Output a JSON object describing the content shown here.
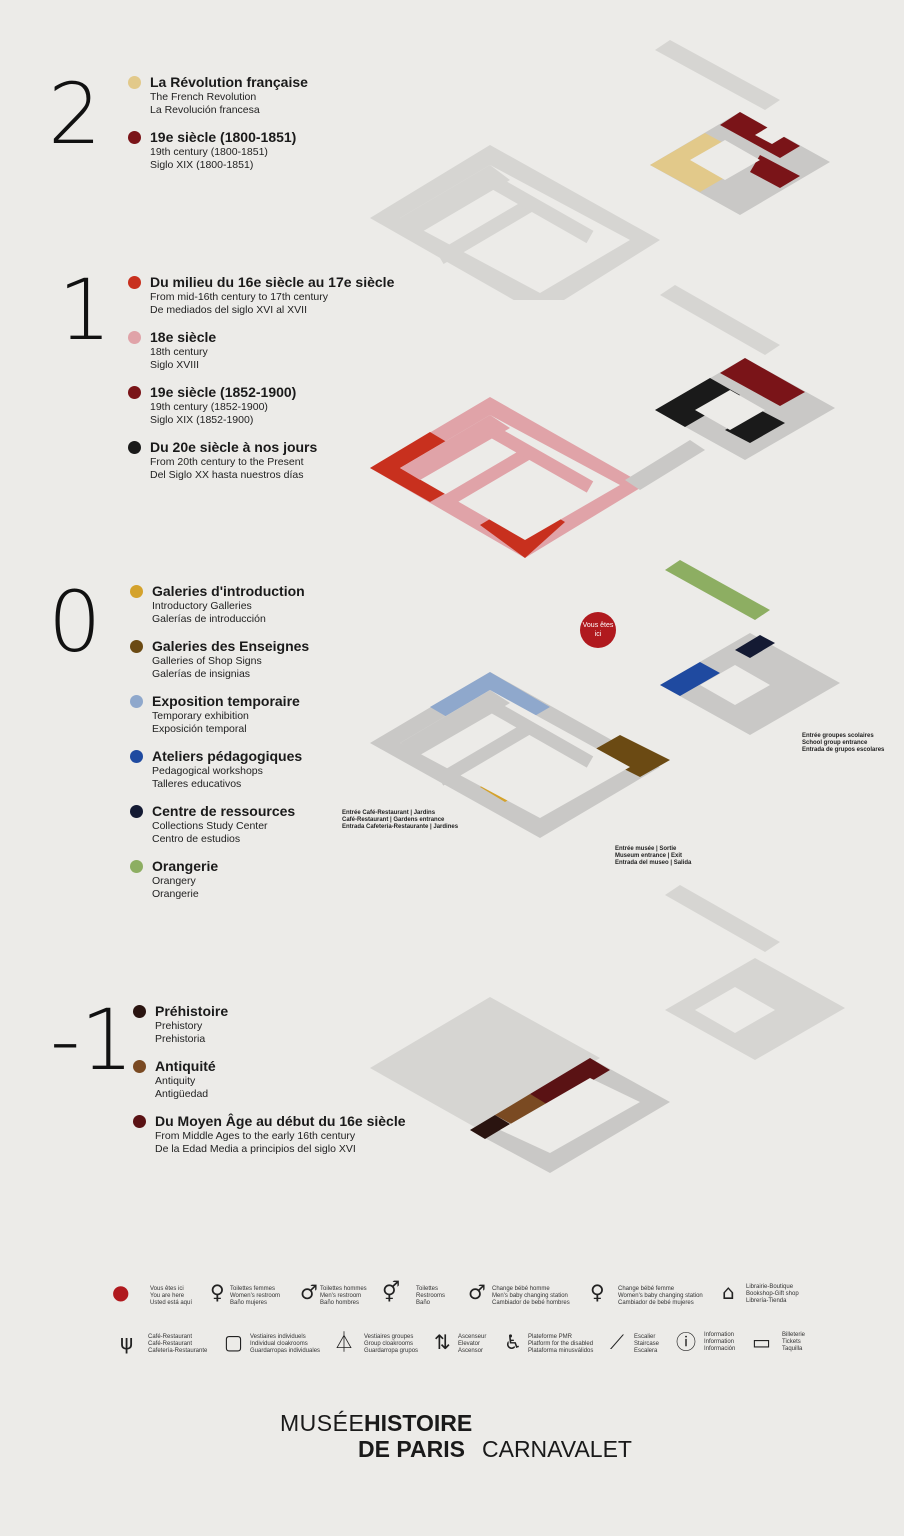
{
  "floors": [
    {
      "number": "2",
      "items": [
        {
          "color": "#e2c98a",
          "fr": "La Révolution française",
          "en": "The French Revolution",
          "es": "La Revolución francesa"
        },
        {
          "color": "#7a1418",
          "fr": "19e siècle (1800-1851)",
          "en": "19th century (1800-1851)",
          "es": "Siglo XIX (1800-1851)"
        }
      ]
    },
    {
      "number": "1",
      "items": [
        {
          "color": "#c8301e",
          "fr": "Du milieu du 16e siècle au 17e siècle",
          "en": "From mid-16th century to 17th century",
          "es": "De mediados del siglo XVI al XVII"
        },
        {
          "color": "#e0a3a8",
          "fr": "18e siècle",
          "en": "18th century",
          "es": "Siglo XVIII"
        },
        {
          "color": "#7a1418",
          "fr": "19e siècle (1852-1900)",
          "en": "19th century (1852-1900)",
          "es": "Siglo XIX (1852-1900)"
        },
        {
          "color": "#1a1a1a",
          "fr": "Du 20e siècle à nos jours",
          "en": "From 20th century to the Present",
          "es": "Del Siglo XX hasta nuestros días"
        }
      ]
    },
    {
      "number": "0",
      "items": [
        {
          "color": "#d4a22c",
          "fr": "Galeries d'introduction",
          "en": "Introductory Galleries",
          "es": "Galerías de introducción"
        },
        {
          "color": "#6b4a13",
          "fr": "Galeries des Enseignes",
          "en": "Galleries of Shop Signs",
          "es": "Galerías de insignias"
        },
        {
          "color": "#8fa8cc",
          "fr": "Exposition temporaire",
          "en": "Temporary exhibition",
          "es": "Exposición temporal"
        },
        {
          "color": "#1f4aa0",
          "fr": "Ateliers pédagogiques",
          "en": "Pedagogical workshops",
          "es": "Talleres educativos"
        },
        {
          "color": "#141a33",
          "fr": "Centre de ressources",
          "en": "Collections Study Center",
          "es": "Centro de estudios"
        },
        {
          "color": "#8dae62",
          "fr": "Orangerie",
          "en": "Orangery",
          "es": "Orangerie"
        }
      ]
    },
    {
      "number": "-1",
      "items": [
        {
          "color": "#2a1410",
          "fr": "Préhistoire",
          "en": "Prehistory",
          "es": "Prehistoria"
        },
        {
          "color": "#7a4a22",
          "fr": "Antiquité",
          "en": "Antiquity",
          "es": "Antigüedad"
        },
        {
          "color": "#5a1214",
          "fr": "Du Moyen Âge au début du 16e siècle",
          "en": "From Middle Ages to the early 16th century",
          "es": "De la Edad Media a principios del siglo XVI"
        }
      ]
    }
  ],
  "map_notes": {
    "vous": "Vous êtes ici",
    "cafe_entrance": "Entrée Café-Restaurant | Jardins\nCafé-Restaurant | Gardens entrance\nEntrada Cafetería-Restaurante | Jardines",
    "museum_entrance": "Entrée musée | Sortie\nMuseum entrance | Exit\nEntrada del museo | Salida",
    "school_entrance": "Entrée groupes scolaires\nSchool group entrance\nEntrada de grupos escolares"
  },
  "bottom_legend": [
    {
      "icon": "you-are-here-icon",
      "glyph": "●",
      "text": "Vous êtes ici\nYou are here\nUsted está aquí"
    },
    {
      "icon": "women-restroom-icon",
      "glyph": "♀",
      "text": "Toilettes femmes\nWomen's restroom\nBaño mujeres"
    },
    {
      "icon": "men-restroom-icon",
      "glyph": "♂",
      "text": "Toilettes hommes\nMen's restroom\nBaño hombres"
    },
    {
      "icon": "restrooms-icon",
      "glyph": "⚥",
      "text": "Toilettes\nRestrooms\nBaño"
    },
    {
      "icon": "men-baby-change-icon",
      "glyph": "♂",
      "text": "Change bébé homme\nMen's baby changing station\nCambiador de bebé hombres"
    },
    {
      "icon": "women-baby-change-icon",
      "glyph": "♀",
      "text": "Change bébé femme\nWomen's baby changing station\nCambiador de bebé mujeres"
    },
    {
      "icon": "gift-shop-icon",
      "glyph": "⌂",
      "text": "Librairie-Boutique\nBookshop-Gift shop\nLibrería-Tienda"
    },
    {
      "icon": "cafe-icon",
      "glyph": "ψ",
      "text": "Café-Restaurant\nCafé-Restaurant\nCafetería-Restaurante"
    },
    {
      "icon": "locker-icon",
      "glyph": "▢",
      "text": "Vestiaires individuels\nIndividual cloakrooms\nGuardarropas individuales"
    },
    {
      "icon": "cloakroom-icon",
      "glyph": "⏃",
      "text": "Vestiaires groupes\nGroup cloakrooms\nGuardarropa grupos"
    },
    {
      "icon": "elevator-icon",
      "glyph": "⇅",
      "text": "Ascenseur\nElevator\nAscensor"
    },
    {
      "icon": "wheelchair-platform-icon",
      "glyph": "♿",
      "text": "Plateforme PMR\nPlatform for the disabled\nPlataforma minusválidos"
    },
    {
      "icon": "stairs-icon",
      "glyph": "⟋",
      "text": "Escalier\nStaircase\nEscalera"
    },
    {
      "icon": "info-icon",
      "glyph": "ⓘ",
      "text": "Information\nInformation\nInformación"
    },
    {
      "icon": "tickets-icon",
      "glyph": "▭",
      "text": "Billeterie\nTickets\nTaquilla"
    }
  ],
  "logo": {
    "musee": "MUSÉE",
    "histoire": "HISTOIRE",
    "deparis": "DE PARIS",
    "carnavalet": "CARNAVALET"
  },
  "colors": {
    "grey": "#c9c8c6",
    "lightgrey": "#dcdbd8",
    "yellow": "#e2c98a",
    "darkred": "#7a1418",
    "red": "#c8301e",
    "pink": "#e0a3a8",
    "black": "#1a1a1a",
    "gold": "#d4a22c",
    "brown": "#6b4a13",
    "lightblue": "#8fa8cc",
    "blue": "#1f4aa0",
    "navy": "#141a33",
    "green": "#8dae62"
  }
}
